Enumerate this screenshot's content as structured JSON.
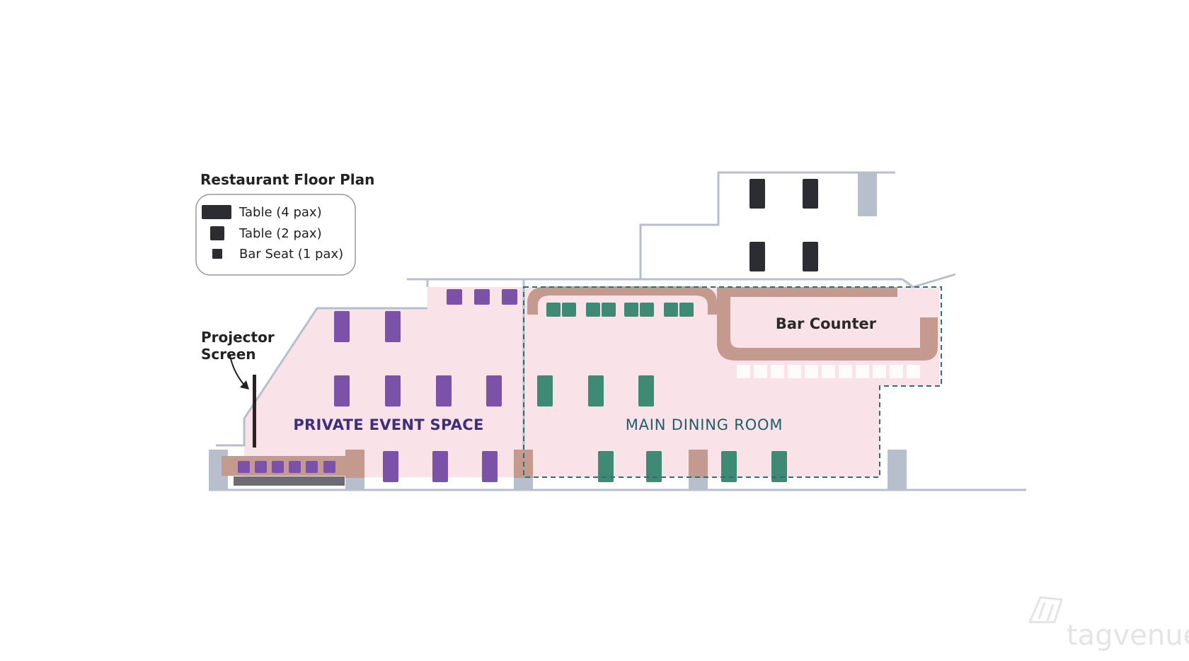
{
  "legend": {
    "title": "Restaurant Floor Plan",
    "items": [
      {
        "label": "Table (4 pax)"
      },
      {
        "label": "Table (2 pax)"
      },
      {
        "label": "Bar Seat (1 pax)"
      }
    ]
  },
  "labels": {
    "projector_line1": "Projector",
    "projector_line2": "Screen",
    "private_event_space": "PRIVATE EVENT SPACE",
    "main_dining_room": "MAIN DINING ROOM",
    "bar_counter": "Bar Counter"
  },
  "watermark": "tagvenue",
  "colors": {
    "floor": "#f9e2e8",
    "wall": "#b8bfcc",
    "private_table": "#7b52a8",
    "dining_table": "#3e8a74",
    "dark_table": "#2b2d33",
    "banquette": "#c49a8f",
    "zone_border": "#2f6f6f"
  }
}
